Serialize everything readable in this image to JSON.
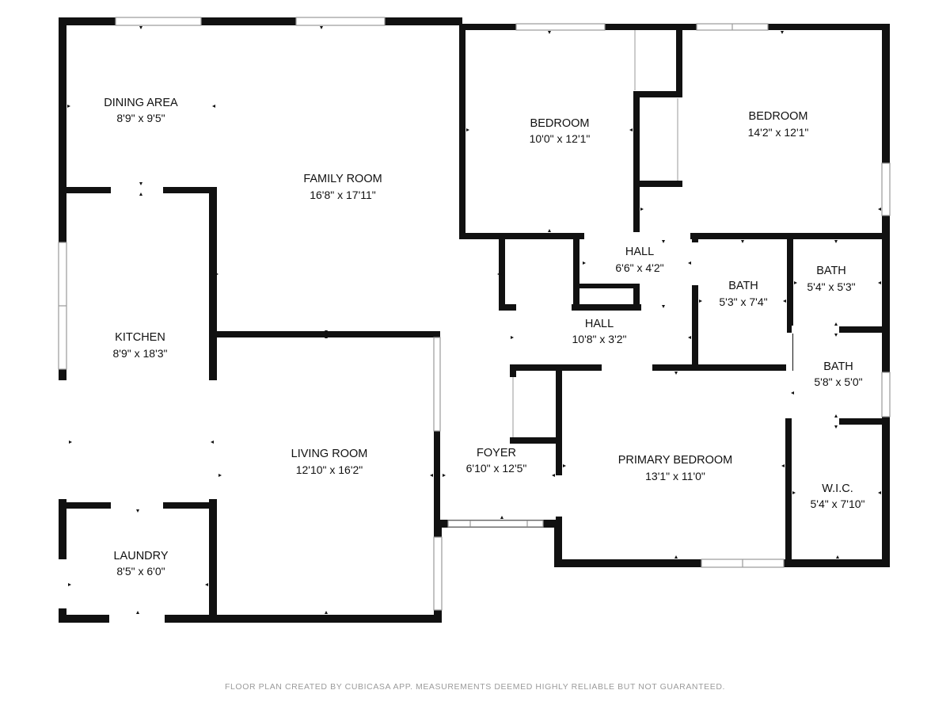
{
  "rooms": {
    "dining_area": {
      "name": "DINING AREA",
      "dims": "8'9\" x 9'5\""
    },
    "family_room": {
      "name": "FAMILY ROOM",
      "dims": "16'8\" x 17'11\""
    },
    "bedroom_1": {
      "name": "BEDROOM",
      "dims": "10'0\" x 12'1\""
    },
    "bedroom_2": {
      "name": "BEDROOM",
      "dims": "14'2\" x 12'1\""
    },
    "hall_upper": {
      "name": "HALL",
      "dims": "6'6\" x 4'2\""
    },
    "hall_lower": {
      "name": "HALL",
      "dims": "10'8\" x 3'2\""
    },
    "bath_1": {
      "name": "BATH",
      "dims": "5'3\" x 7'4\""
    },
    "bath_2": {
      "name": "BATH",
      "dims": "5'4\" x 5'3\""
    },
    "bath_3": {
      "name": "BATH",
      "dims": "5'8\" x 5'0\""
    },
    "kitchen": {
      "name": "KITCHEN",
      "dims": "8'9\" x 18'3\""
    },
    "living_room": {
      "name": "LIVING ROOM",
      "dims": "12'10\" x 16'2\""
    },
    "foyer": {
      "name": "FOYER",
      "dims": "6'10\" x 12'5\""
    },
    "primary_bedroom": {
      "name": "PRIMARY BEDROOM",
      "dims": "13'1\" x 11'0\""
    },
    "wic": {
      "name": "W.I.C.",
      "dims": "5'4\" x 7'10\""
    },
    "laundry": {
      "name": "LAUNDRY",
      "dims": "8'5\" x 6'0\""
    }
  },
  "footer": {
    "note": "FLOOR PLAN CREATED BY CUBICASA APP. MEASUREMENTS DEEMED HIGHLY RELIABLE BUT NOT GUARANTEED."
  },
  "colors": {
    "wall": "#111111",
    "footer_text": "#9b9b9b"
  }
}
